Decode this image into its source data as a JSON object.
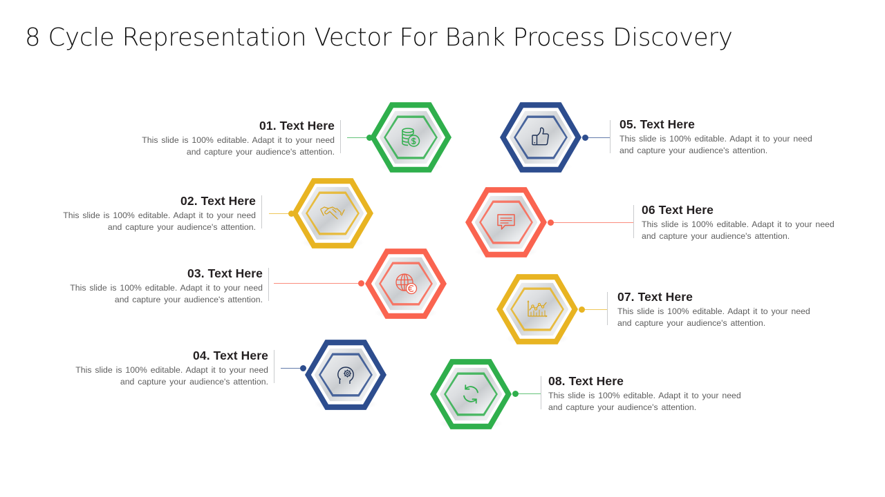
{
  "slide": {
    "title": "8 Cycle Representation Vector For Bank Process Discovery",
    "background": "#ffffff"
  },
  "palette": {
    "green": "#2faf4c",
    "gold": "#e8b422",
    "coral": "#fa6450",
    "navy": "#2d4d8e",
    "heading_text": "#231f20",
    "body_text": "#5d5d5d",
    "divider": "#c9cbcd"
  },
  "items": [
    {
      "number": "01",
      "heading": "01. Text Here",
      "body": "This slide is 100% editable. Adapt it to your need and capture your audience's attention.",
      "color": "#2faf4c",
      "color_name": "green",
      "icon": "money-coins-icon",
      "text_side": "left"
    },
    {
      "number": "02",
      "heading": "02. Text Here",
      "body": "This slide is 100% editable. Adapt it to your need and capture your audience's attention.",
      "color": "#e8b422",
      "color_name": "gold",
      "icon": "handshake-icon",
      "text_side": "left"
    },
    {
      "number": "03",
      "heading": "03. Text Here",
      "body": "This slide is 100% editable. Adapt it to your need and capture your audience's attention.",
      "color": "#fa6450",
      "color_name": "coral",
      "icon": "globe-euro-icon",
      "text_side": "left"
    },
    {
      "number": "04",
      "heading": "04. Text Here",
      "body": "This slide is 100% editable. Adapt it to your need and capture your audience's attention.",
      "color": "#2d4d8e",
      "color_name": "navy",
      "icon": "head-gear-icon",
      "text_side": "left"
    },
    {
      "number": "05",
      "heading": "05. Text Here",
      "body": "This slide is 100% editable. Adapt it to your need and capture your audience's attention.",
      "color": "#2d4d8e",
      "color_name": "navy",
      "icon": "thumbs-up-icon",
      "text_side": "right"
    },
    {
      "number": "06",
      "heading": "06 Text Here",
      "body": "This slide is 100% editable. Adapt it to your need and capture your audience's attention.",
      "color": "#fa6450",
      "color_name": "coral",
      "icon": "chat-bubble-icon",
      "text_side": "right"
    },
    {
      "number": "07",
      "heading": "07. Text Here",
      "body": "This slide is 100% editable. Adapt it to your need and capture your audience's attention.",
      "color": "#e8b422",
      "color_name": "gold",
      "icon": "line-chart-icon",
      "text_side": "right"
    },
    {
      "number": "08",
      "heading": "08. Text Here",
      "body": "This slide is 100% editable. Adapt it to your need and capture your audience's attention.",
      "color": "#2faf4c",
      "color_name": "green",
      "icon": "refresh-cycle-icon",
      "text_side": "right"
    }
  ]
}
